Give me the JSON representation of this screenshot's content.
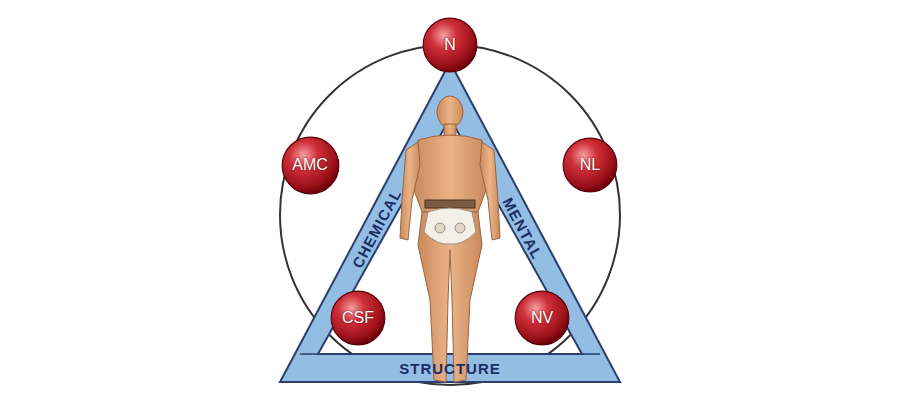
{
  "diagram": {
    "nodes": [
      {
        "text": [
          "N"
        ]
      },
      {
        "text": [
          "AMC"
        ]
      },
      {
        "text": [
          "NL"
        ]
      },
      {
        "text": [
          "CSF"
        ]
      },
      {
        "text": [
          "NV"
        ]
      }
    ],
    "labels": [
      "CHEMICAL",
      "MENTAL",
      "STRUCTURE"
    ]
  }
}
